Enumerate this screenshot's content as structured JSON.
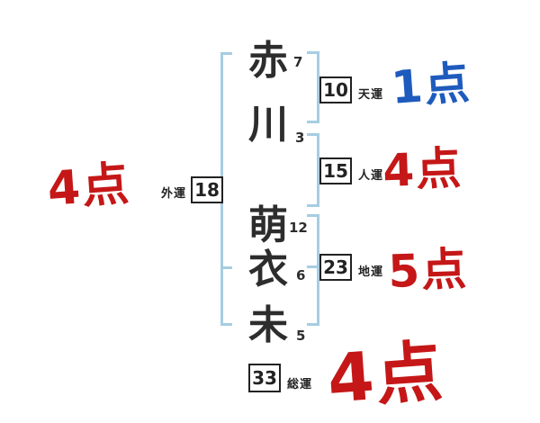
{
  "diagram": {
    "title_hint": "seimei-handan name stroke chart",
    "name": {
      "chars": [
        {
          "glyph": "赤",
          "strokes": "7"
        },
        {
          "glyph": "川",
          "strokes": "3"
        },
        {
          "glyph": "萌",
          "strokes": "12"
        },
        {
          "glyph": "衣",
          "strokes": "6"
        },
        {
          "glyph": "未",
          "strokes": "5"
        }
      ]
    },
    "fortunes": {
      "ten": {
        "value": "10",
        "label": "天運",
        "score": "1点",
        "score_color": "blue"
      },
      "jin": {
        "value": "15",
        "label": "人運",
        "score": "4点",
        "score_color": "red"
      },
      "chi": {
        "value": "23",
        "label": "地運",
        "score": "5点",
        "score_color": "red"
      },
      "gai": {
        "value": "18",
        "label": "外運",
        "score": "4点",
        "score_color": "red"
      },
      "sou": {
        "value": "33",
        "label": "総運",
        "score": "4点",
        "score_color": "red"
      }
    },
    "colors": {
      "bracket": "#a6cde2",
      "score-red": "#c51717",
      "score-blue": "#1e5bbd",
      "ink": "#2d2d2d"
    }
  }
}
